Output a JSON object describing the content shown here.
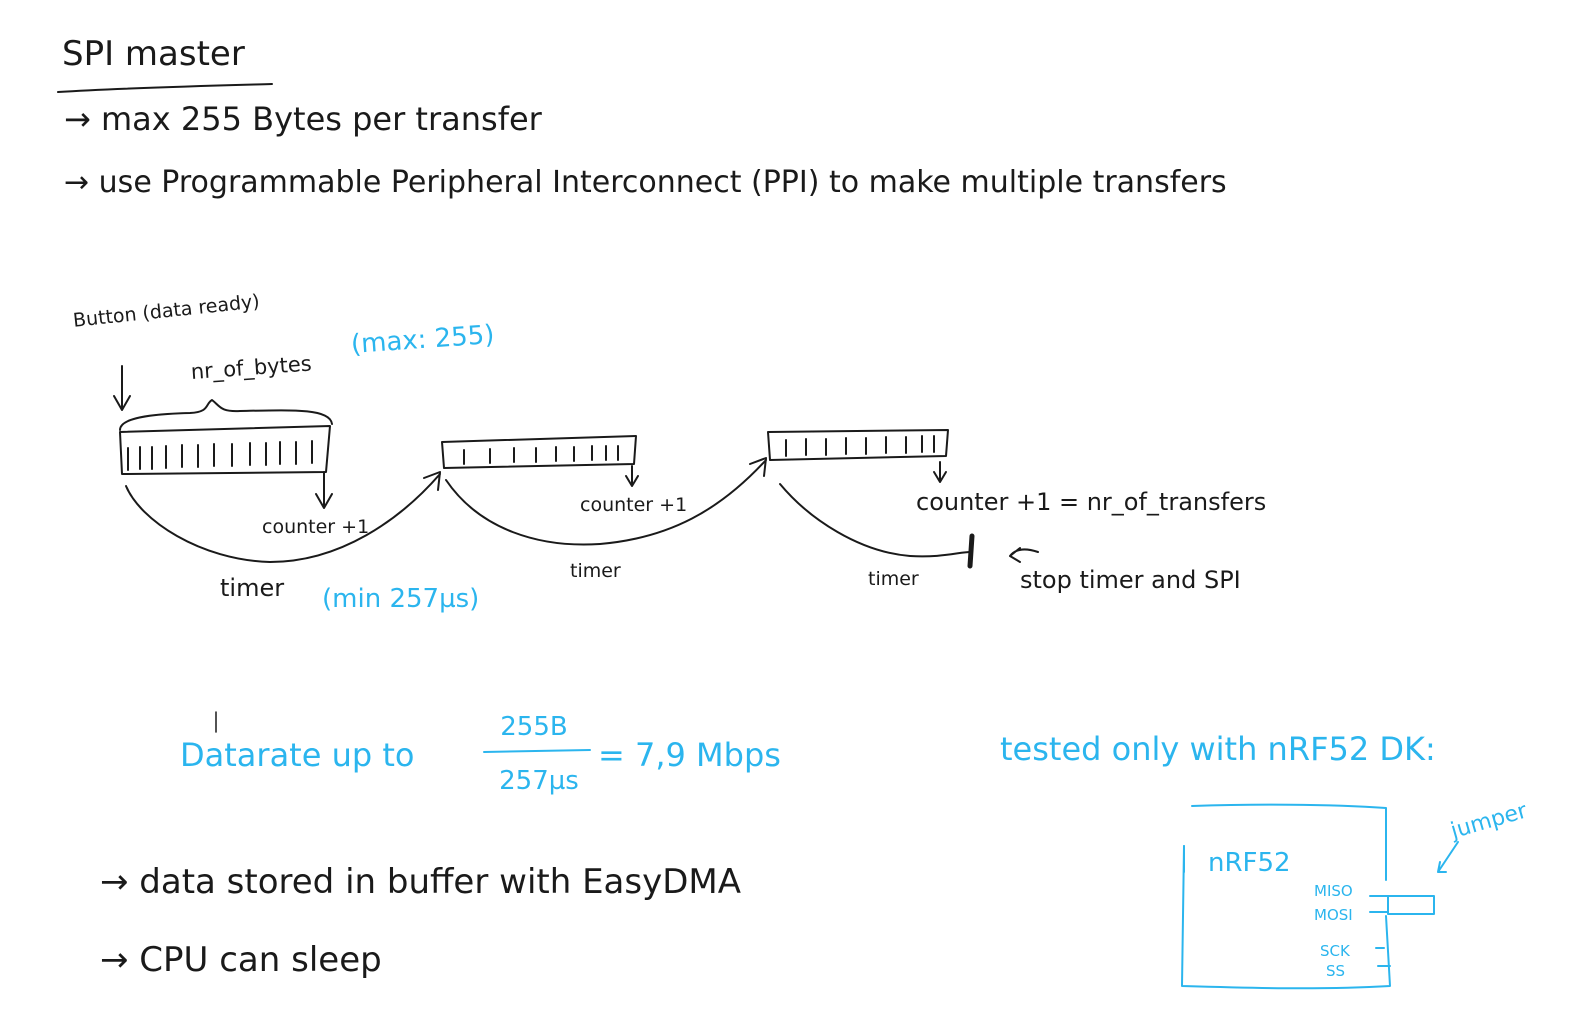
{
  "title": "SPI master",
  "bullets_top": [
    "→ max 255 Bytes per transfer",
    "→ use Programmable Peripheral Interconnect (PPI) to make multiple transfers"
  ],
  "diagram": {
    "button_label": "Button (data ready)",
    "bytes_label": "nr_of_bytes",
    "bytes_max": "(max: 255)",
    "counter_label": "counter +1",
    "counter_final": "counter +1 = nr_of_transfers",
    "timer_label": "timer",
    "timer_min": "(min 257µs)",
    "stop_label": "stop timer and SPI"
  },
  "datarate": {
    "prefix": "Datarate up to",
    "numerator": "255B",
    "denominator": "257µs",
    "result": "= 7,9 Mbps"
  },
  "tested": {
    "label": "tested only with nRF52 DK:",
    "board_name": "nRF52",
    "pins": [
      "MISO",
      "MOSI",
      "SCK",
      "SS"
    ],
    "jumper_label": "jumper"
  },
  "bullets_bottom": [
    "→ data stored in buffer with EasyDMA",
    "→ CPU can sleep"
  ],
  "colors": {
    "ink": "#1a1a1a",
    "accent": "#2bb5ee"
  }
}
